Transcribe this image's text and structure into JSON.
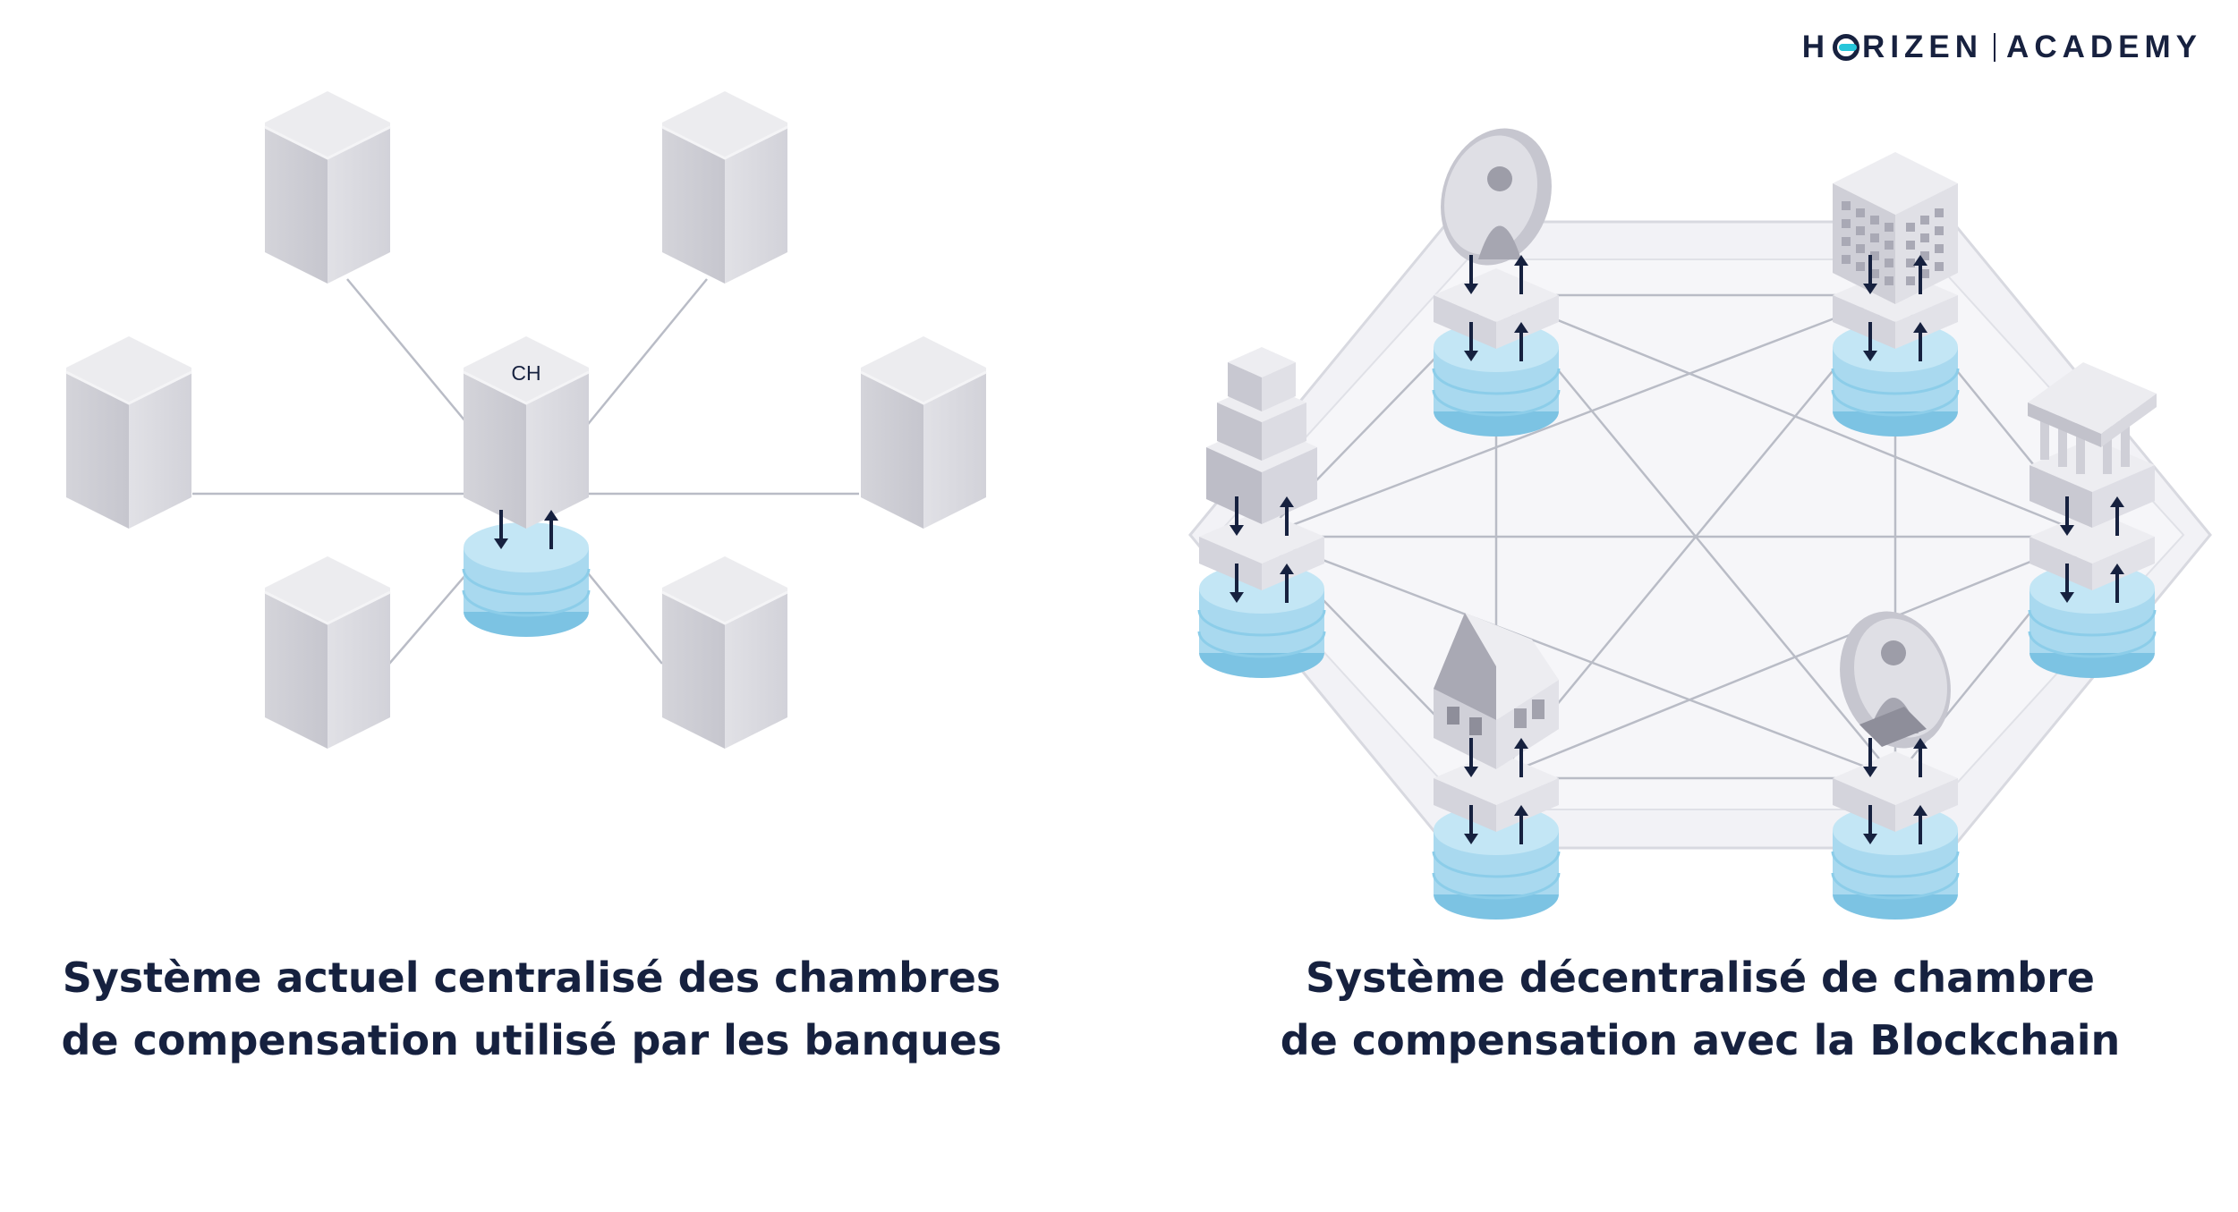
{
  "logo": {
    "part1": "H",
    "part2": "RIZEN",
    "part3": "ACADEMY"
  },
  "centralized": {
    "hub_label": "CH",
    "caption_line1": "Système actuel centralisé des chambres",
    "caption_line2": "de compensation utilisé par les banques"
  },
  "decentralized": {
    "caption_line1": "Système décentralisé de chambre",
    "caption_line2": "de compensation avec la Blockchain",
    "nodes": [
      "person-woman",
      "office-building",
      "skyscraper",
      "bank",
      "house",
      "person-laptop"
    ]
  },
  "colors": {
    "text": "#16213f",
    "db_blue": "#a9d9ef",
    "db_blue_dark": "#7cc3e3",
    "cube": "#dcdce2",
    "line": "#b9bcc6"
  }
}
